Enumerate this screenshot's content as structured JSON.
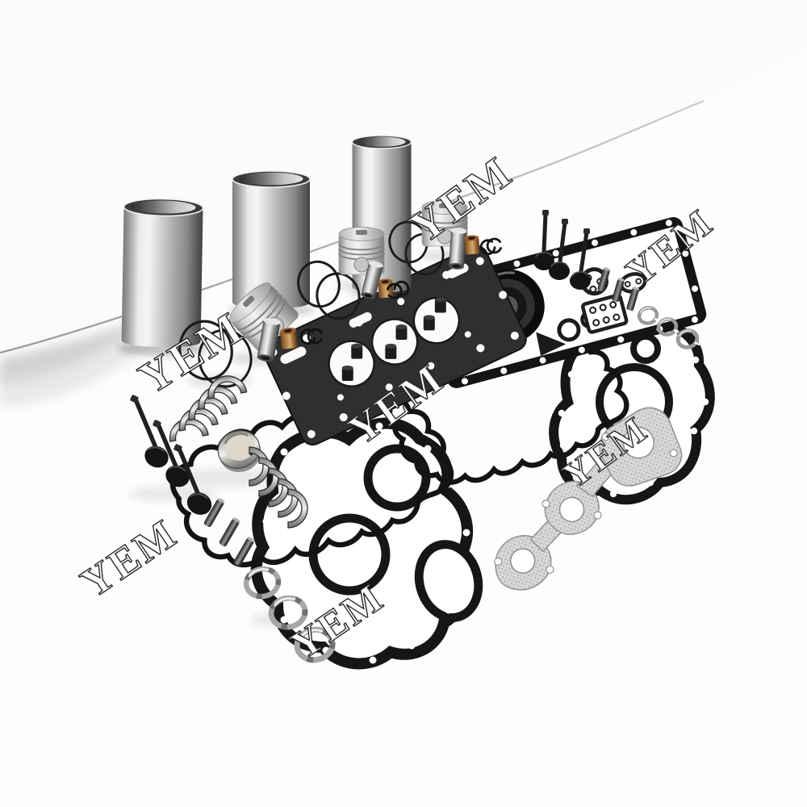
{
  "meta": {
    "type": "product-photo",
    "subject": "Engine overhaul rebuild kit with full gasket set laid out on a white background against a white wall",
    "background_color": "#fdfdfc"
  },
  "watermark": {
    "text": "YEM",
    "count": 7,
    "fill_color": "#ffffff",
    "outline_color": "#2a2a2a"
  },
  "parts": {
    "cylinder_liners": {
      "label": "cylinder-liner",
      "count": 3,
      "color": "#b5b5b3"
    },
    "pistons": {
      "label": "piston",
      "count": 3,
      "color": "#d9d9d7"
    },
    "piston_pins": {
      "label": "piston-pin",
      "count": 3,
      "color": "#c0c0be"
    },
    "piston_rings": {
      "label": "piston-ring",
      "count": 6,
      "color": "#1c1c1c"
    },
    "small_end_bushings": {
      "label": "small-end-bushing",
      "count": 3,
      "color": "#b07f48"
    },
    "circlips": {
      "label": "circlip",
      "count": 3,
      "color": "#141414"
    },
    "valves": {
      "label": "engine-valve",
      "count": 6,
      "color": "#17171a"
    },
    "valve_guide_pins": {
      "label": "valve-guide-pin",
      "count": 6,
      "color": "#3c3c3a"
    },
    "bearing_shell_stacks": {
      "label": "bearing-shell-stack",
      "count": 2,
      "color": "#b0b0ae"
    },
    "main_bearing_bush": {
      "label": "main-bearing-bush",
      "count": 1,
      "color": "#b0b0ae"
    },
    "metal_seal_rings": {
      "label": "metal-seal-ring",
      "count": 6,
      "color": "#a2a2a0"
    },
    "head_gasket": {
      "label": "cylinder-head-gasket",
      "bores": 3,
      "color": "#2d2f31"
    },
    "timing_cover_gaskets": {
      "label": "timing-cover-gasket",
      "count": 2,
      "color": "#161616"
    },
    "valve_cover_gaskets": {
      "label": "valve-cover-gasket",
      "count": 2,
      "color": "#131313"
    },
    "oil_seal_gasket_sheet": {
      "label": "oil-seal-gasket-sheet",
      "count": 1,
      "color": "#141414"
    },
    "crankshaft_seal": {
      "label": "crankshaft-oil-seal",
      "count": 1,
      "color": "#0c0c0c"
    },
    "exhaust_manifold_gasket": {
      "label": "exhaust-manifold-gasket",
      "count": 1,
      "color": "#d7d7d5"
    }
  },
  "scene": {
    "wall_edge_color": "#8e8e8c",
    "shadow_color": "#b5b5b3"
  }
}
